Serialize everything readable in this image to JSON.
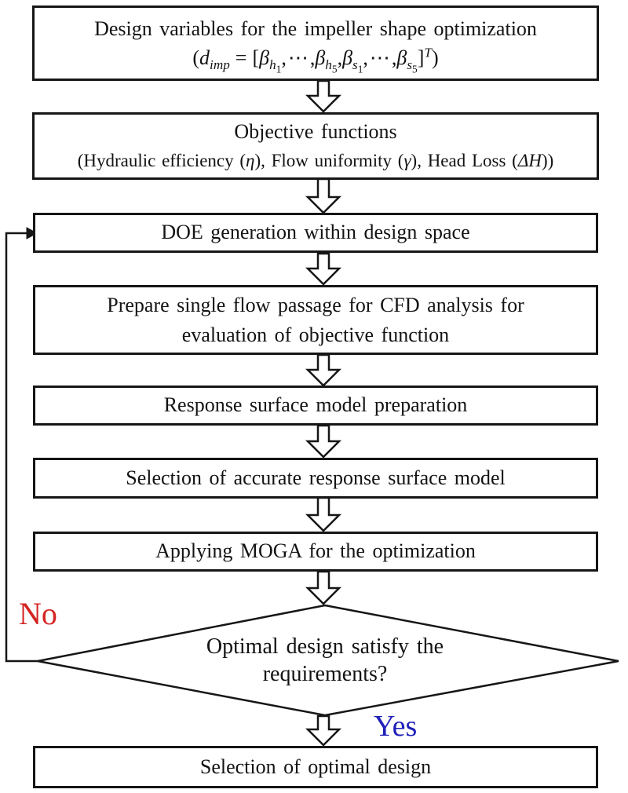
{
  "steps": {
    "design_variables": {
      "line1": "Design variables for the impeller shape optimization",
      "formula": {
        "open_paren": "(",
        "d": "d",
        "imp": "imp",
        "equals": "=",
        "open_bracket": "[",
        "beta": "β",
        "h": "h",
        "s": "s",
        "one": "1",
        "five": "5",
        "comma": ",",
        "dots": "⋯",
        "close_bracket": "]",
        "transpose": "T",
        "close_paren": ")"
      }
    },
    "objective_functions": {
      "line1": "Objective functions",
      "line2": {
        "p1": "(Hydraulic efficiency (",
        "eta": "η",
        "p2": "), Flow uniformity (",
        "gamma": "γ",
        "p3": "), Head Loss (",
        "delta_h": "ΔH",
        "p4": "))"
      }
    },
    "doe": {
      "label": "DOE generation within design space"
    },
    "cfd": {
      "line1": "Prepare single flow passage for CFD analysis for",
      "line2": "evaluation of objective function"
    },
    "rsm_preparation": {
      "label": "Response surface model preparation"
    },
    "rsm_selection": {
      "label": "Selection of accurate response surface model"
    },
    "moga": {
      "label": "Applying MOGA for the optimization"
    },
    "decision": {
      "line1": "Optimal design satisfy the",
      "line2": "requirements?"
    },
    "final_selection": {
      "label": "Selection of optimal design"
    }
  },
  "decision_labels": {
    "no": "No",
    "yes": "Yes"
  },
  "colors": {
    "no_label": "#d42320",
    "yes_label": "#1f1fb9",
    "line": "#161616",
    "background": "#ffffff"
  }
}
